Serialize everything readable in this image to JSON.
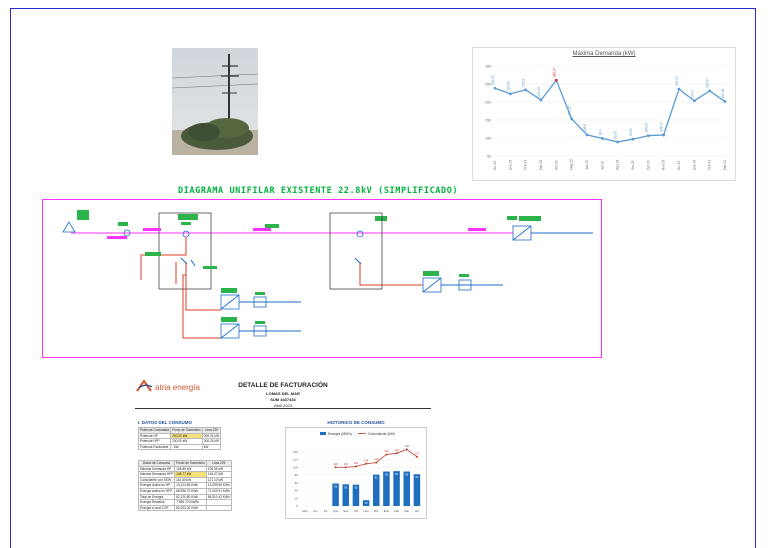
{
  "diagram": {
    "title": "DIAGRAMA UNIFILAR EXISTENTE 22.8kV (SIMPLIFICADO)"
  },
  "demand_chart": {
    "chart_data": {
      "type": "line",
      "title": "Máxima Demanda (kW)",
      "categories": [
        "Dic-22",
        "Ene-23",
        "Feb-23",
        "Mar-23",
        "Abr-23",
        "May-23",
        "Jun-23",
        "Jul-23",
        "Ago-23",
        "Set-23",
        "Oct-23",
        "Nov-23",
        "Dic-23",
        "Ene-24",
        "Feb-24",
        "Mar-24"
      ],
      "values": [
        238.21,
        222.62,
        233.8,
        205.63,
        260.27,
        153.16,
        108.6,
        98.9,
        89.05,
        96.69,
        106.52,
        108.47,
        235.93,
        203.2,
        230.97,
        201.28
      ],
      "ylim": [
        50,
        300
      ],
      "yticks": [
        "300",
        "250",
        "200",
        "150",
        "100",
        "50"
      ],
      "highlight_index": 4,
      "line_color": "#5b9bd5",
      "highlight_color": "#e02020"
    }
  },
  "bill": {
    "logo_text": "atria energía",
    "title": "DETALLE DE FACTURACIÓN",
    "client": "LOMAS DEL MAR",
    "supply": "SUM 4407433",
    "period": "Abril 2023",
    "section1": "I. DATOS DEL CONSUMO",
    "table1": {
      "headers": [
        "Potencia Contratada",
        "Punto de Suministro",
        "Lima 229"
      ],
      "rows": [
        [
          "Potencia HP",
          "200.00 kW",
          "206.24 kW"
        ],
        [
          "Potencia HFP",
          "200.00 kW",
          "206.24 kW"
        ],
        [
          "Potencia Facturable",
          "- kW",
          "kW"
        ]
      ]
    },
    "table2": {
      "headers": [
        "Datos de Consumo",
        "Punto de Suministro",
        "Lima 229"
      ],
      "rows": [
        [
          "Máxima Demanda HP",
          "108.85 kW",
          "105.95 kW"
        ],
        [
          "Máxima Demanda HFP",
          "148.77 kW",
          "154.47 kW"
        ],
        [
          "Coincidente con SEIN",
          "110.40 kW",
          "121.10 kW"
        ],
        [
          "Energía Activa en HP",
          "13,123.85 KWh",
          "13,099.59 KWh"
        ],
        [
          "Energía Activa en HFP",
          "68,996.70 KWh",
          "71,009.91 KWh"
        ],
        [
          "Total de Energía",
          "82,120.80 KWh",
          "84,510.43 KWh"
        ],
        [
          "Energía Reactiva",
          "7,596.70 kVARh",
          ""
        ],
        [
          "Energía a nivel DSF",
          "82,203.20 KWh",
          ""
        ]
      ]
    },
    "history": {
      "title": "HISTORICO DE CONSUMO",
      "legend_bar": "Energía (MWh)",
      "legend_line": "Coincidente (kW)",
      "chart_data": {
        "type": "bar",
        "categories": [
          "May",
          "Jun",
          "Jul",
          "Ago",
          "Sep",
          "Oct",
          "Nov",
          "Dic",
          "Ene",
          "Feb",
          "Mar",
          "Abr"
        ],
        "series": [
          {
            "name": "Energía (MWh)",
            "values": [
              null,
              null,
              null,
              58,
              56,
              55,
              15,
              81,
              89,
              90,
              89,
              82
            ]
          },
          {
            "name": "Coincidente (kW)",
            "values": [
              null,
              null,
              null,
              100,
              100,
              102,
              109,
              112,
              133,
              136,
              146,
              127
            ]
          }
        ],
        "yticks": [
          "140",
          "120",
          "100",
          "80",
          "60",
          "40",
          "20",
          "0"
        ],
        "ylim": [
          0,
          160
        ],
        "bar_color": "#1f6fbf",
        "line_color": "#c0392b"
      }
    }
  }
}
